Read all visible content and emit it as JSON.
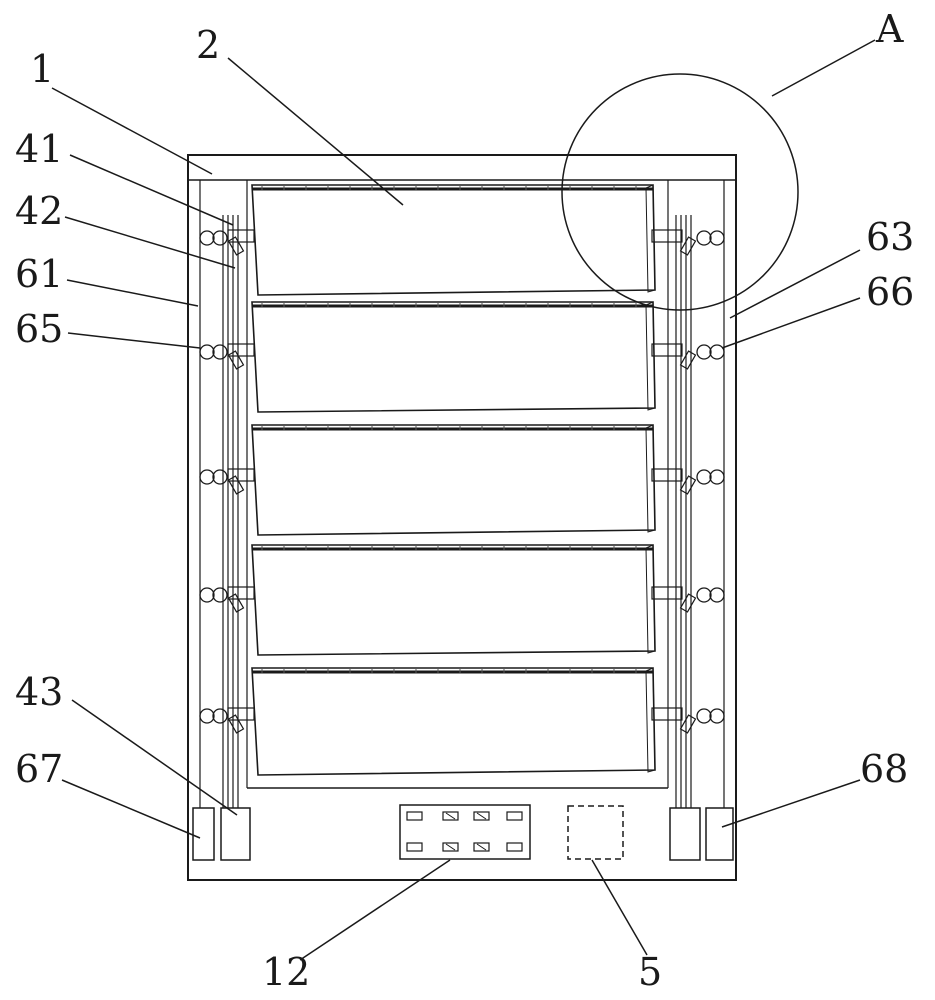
{
  "labels": {
    "l1": "1",
    "l2": "2",
    "lA": "A",
    "l41": "41",
    "l42": "42",
    "l61": "61",
    "l65": "65",
    "l63": "63",
    "l66": "66",
    "l43": "43",
    "l67": "67",
    "l68": "68",
    "l12": "12",
    "l5": "5"
  },
  "slat_count": 5,
  "colors": {
    "line": "#1a1a1a",
    "background": "#ffffff",
    "slat_top": "#6a6a6a"
  }
}
